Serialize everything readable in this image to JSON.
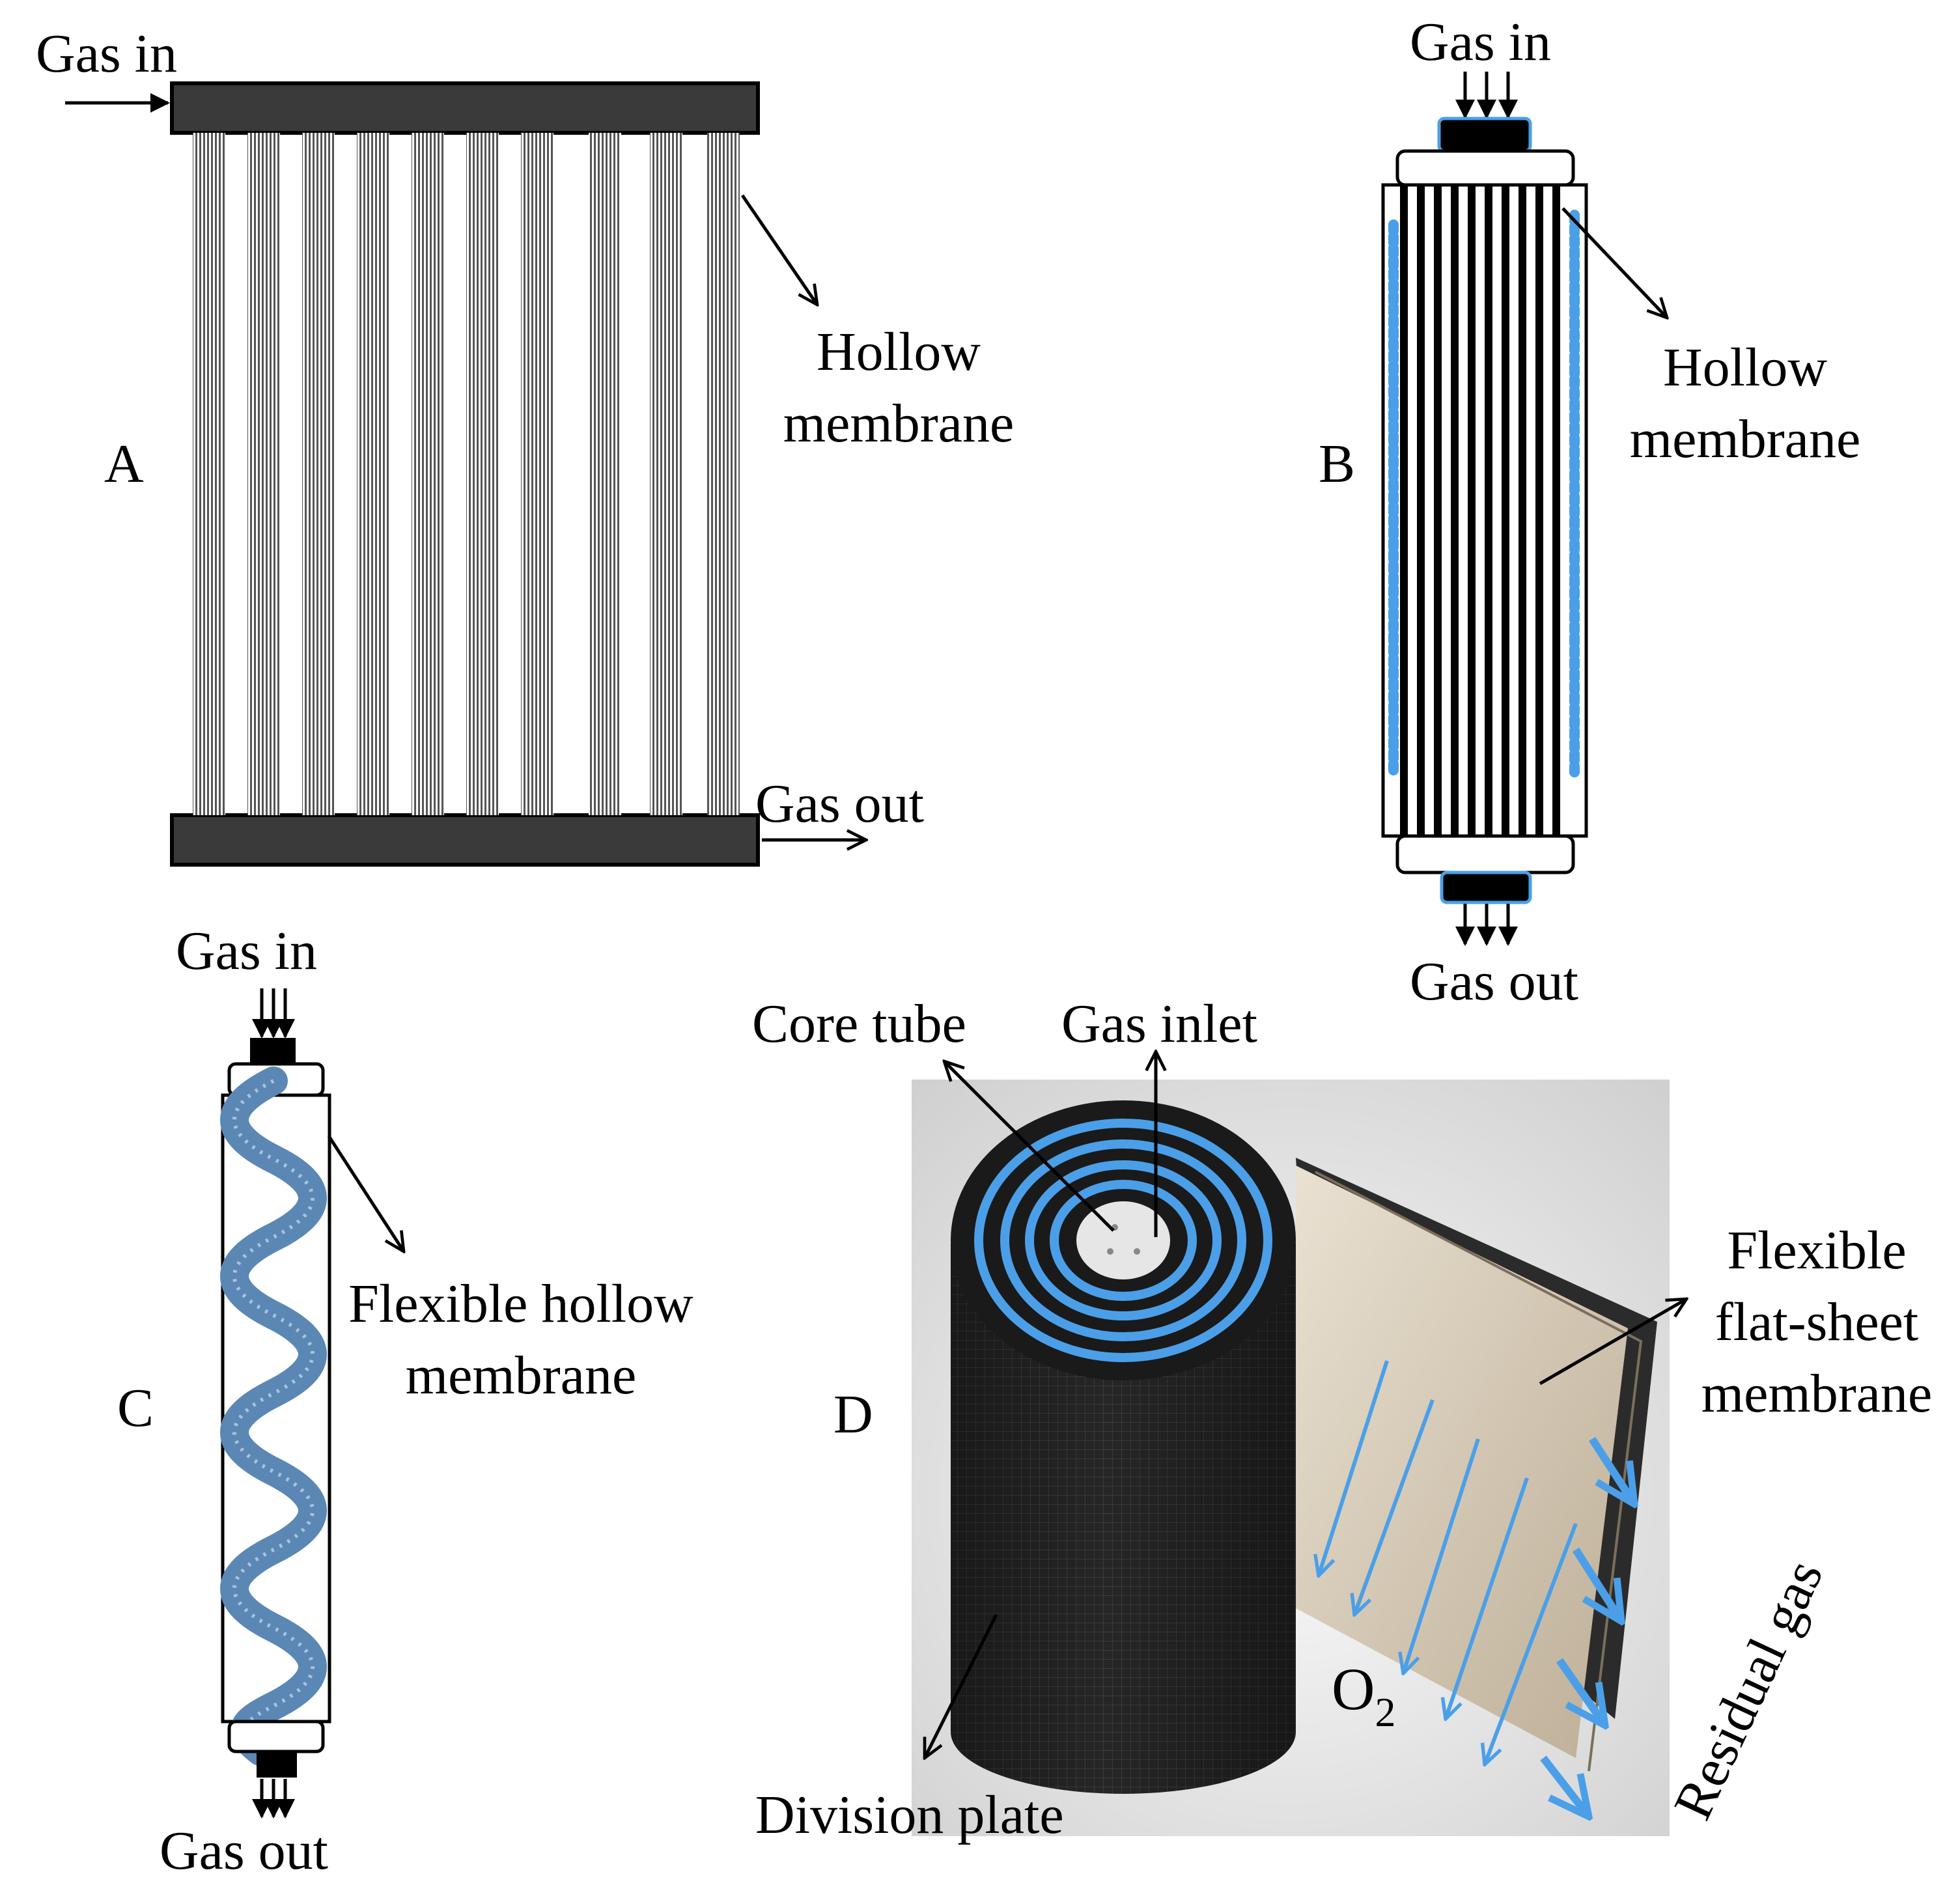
{
  "panels": {
    "a": {
      "letter": "A",
      "gas_in": "Gas in",
      "gas_out": "Gas out",
      "membrane_line1": "Hollow",
      "membrane_line2": "membrane"
    },
    "b": {
      "letter": "B",
      "gas_in": "Gas in",
      "gas_out": "Gas out",
      "membrane_line1": "Hollow",
      "membrane_line2": "membrane"
    },
    "c": {
      "letter": "C",
      "gas_in": "Gas in",
      "gas_out": "Gas out",
      "membrane_line1": "Flexible hollow",
      "membrane_line2": "membrane"
    },
    "d": {
      "letter": "D",
      "core_tube": "Core tube",
      "gas_inlet": "Gas inlet",
      "membrane_line1": "Flexible",
      "membrane_line2": "flat-sheet",
      "membrane_line3": "membrane",
      "division_plate": "Division plate",
      "oxygen": "O",
      "oxygen_subscript": "2",
      "residual_gas": "Residual gas"
    }
  },
  "colors": {
    "header_bar": "#3a3a3a",
    "membrane_blue": "#4b9fe8",
    "helix_blue": "#5b87b5",
    "roll_dark": "#262626",
    "sheet_beige": "#d9cdb7",
    "photo_bg": "#e2e2e2"
  }
}
